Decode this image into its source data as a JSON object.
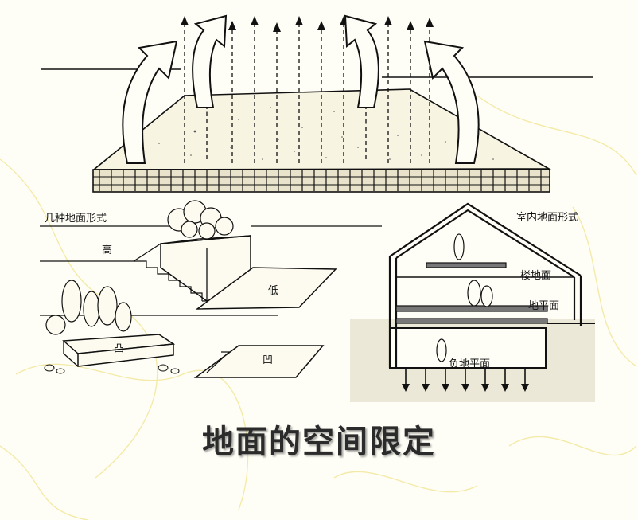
{
  "slide": {
    "caption": "地面的空间限定",
    "labels": {
      "several_ground_forms": "几种地面形式",
      "high": "高",
      "low": "低",
      "convex": "凸",
      "concave": "凹",
      "indoor_ground_forms": "室内地面形式",
      "floor_level": "楼地面",
      "ground_level": "地平面",
      "negative_level": "负地平面"
    }
  },
  "colors": {
    "background": "#fffef6",
    "deco_lines": "#f4eaa8",
    "ink": "#111111"
  }
}
